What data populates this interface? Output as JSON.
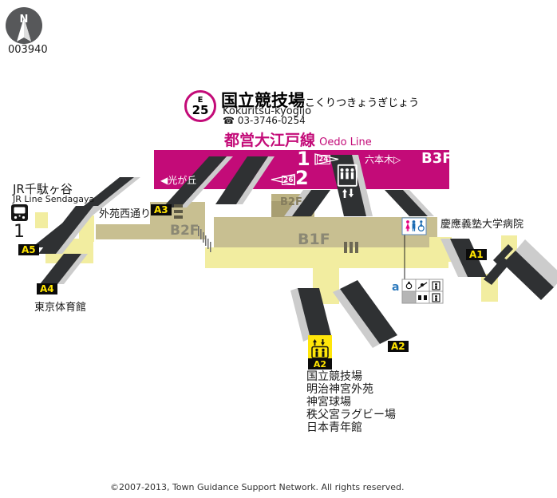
{
  "header": {
    "compass_label": "N",
    "map_number": "003940"
  },
  "station": {
    "line_symbol": "E",
    "station_number": "25",
    "name_kanji": "国立競技場",
    "name_kana": "こくりつきょうぎじょう",
    "name_romaji": "Kokuritsu-kyogijo",
    "phone": "☎ 03-3746-0254",
    "line_name": "都営大江戸線",
    "line_name_en": "Oedo Line"
  },
  "platform": {
    "floor": "B3F",
    "track_1": "1",
    "track_2": "2",
    "direction_left_arrow": "◀",
    "direction_left": "光が丘",
    "direction_right": "六本木",
    "direction_right_arrow": "▷",
    "car_marker_right": "24",
    "car_marker_left": "26"
  },
  "floors": {
    "b2f_west": "B2F",
    "b2f_center": "B2F",
    "b1f": "B1F"
  },
  "jr": {
    "line_label": "JR千駄ヶ谷",
    "line_label_en": "JR Line Sendagaya",
    "platform_number": "1"
  },
  "exits": {
    "a1": "A1",
    "a2": "A2",
    "a3": "A3",
    "a4": "A4",
    "a5": "A5"
  },
  "places": {
    "gaien_nishi_dori": "外苑西通り",
    "tokyo_gymnasium": "東京体育館",
    "keio_hospital": "慶應義塾大学病院"
  },
  "legend": {
    "marker": "a"
  },
  "destinations": [
    "国立競技場",
    "明治神宮外苑",
    "神宮球場",
    "秩父宮ラグビー場",
    "日本青年館"
  ],
  "footer": {
    "copyright": "©2007-2013, Town Guidance Support Network. All rights reserved."
  },
  "colors": {
    "line_magenta": "#c30b78",
    "corridor_yellow": "#f2eda0",
    "concourse_khaki": "#c8bf91",
    "exit_yellow": "#ffe400"
  }
}
